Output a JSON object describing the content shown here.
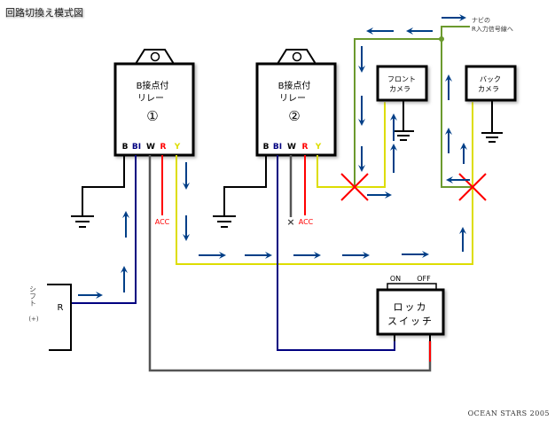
{
  "title": "回路切換え模式図",
  "signature": "OCEAN STARS 2005",
  "relays": [
    {
      "name_line1": "B接点付",
      "name_line2": "リレー",
      "number": "①",
      "pins": [
        "B",
        "BI",
        "W",
        "R",
        "Y"
      ]
    },
    {
      "name_line1": "B接点付",
      "name_line2": "リレー",
      "number": "②",
      "pins": [
        "B",
        "BI",
        "W",
        "R",
        "Y"
      ]
    }
  ],
  "cameras": {
    "front": {
      "line1": "フロント",
      "line2": "カメラ"
    },
    "back": {
      "line1": "バック",
      "line2": "カメラ"
    }
  },
  "switch": {
    "line1": "ロッカ",
    "line2": "スイッチ",
    "on_label": "ON",
    "off_label": "OFF"
  },
  "shift": {
    "label": "シフト",
    "sign": "(+)",
    "position": "R"
  },
  "acc_labels": [
    "ACC",
    "ACC"
  ],
  "unconnected_mark": "×",
  "nav_label": {
    "line1": "ナビの",
    "line2": "R入力信号線へ"
  },
  "colors": {
    "black": "#000000",
    "blue": "#000080",
    "gray": "#555555",
    "red": "#ff0000",
    "yellow": "#dddd00",
    "green": "#6b9a2e",
    "arrow": "#003f87",
    "cross": "#ff0000"
  }
}
